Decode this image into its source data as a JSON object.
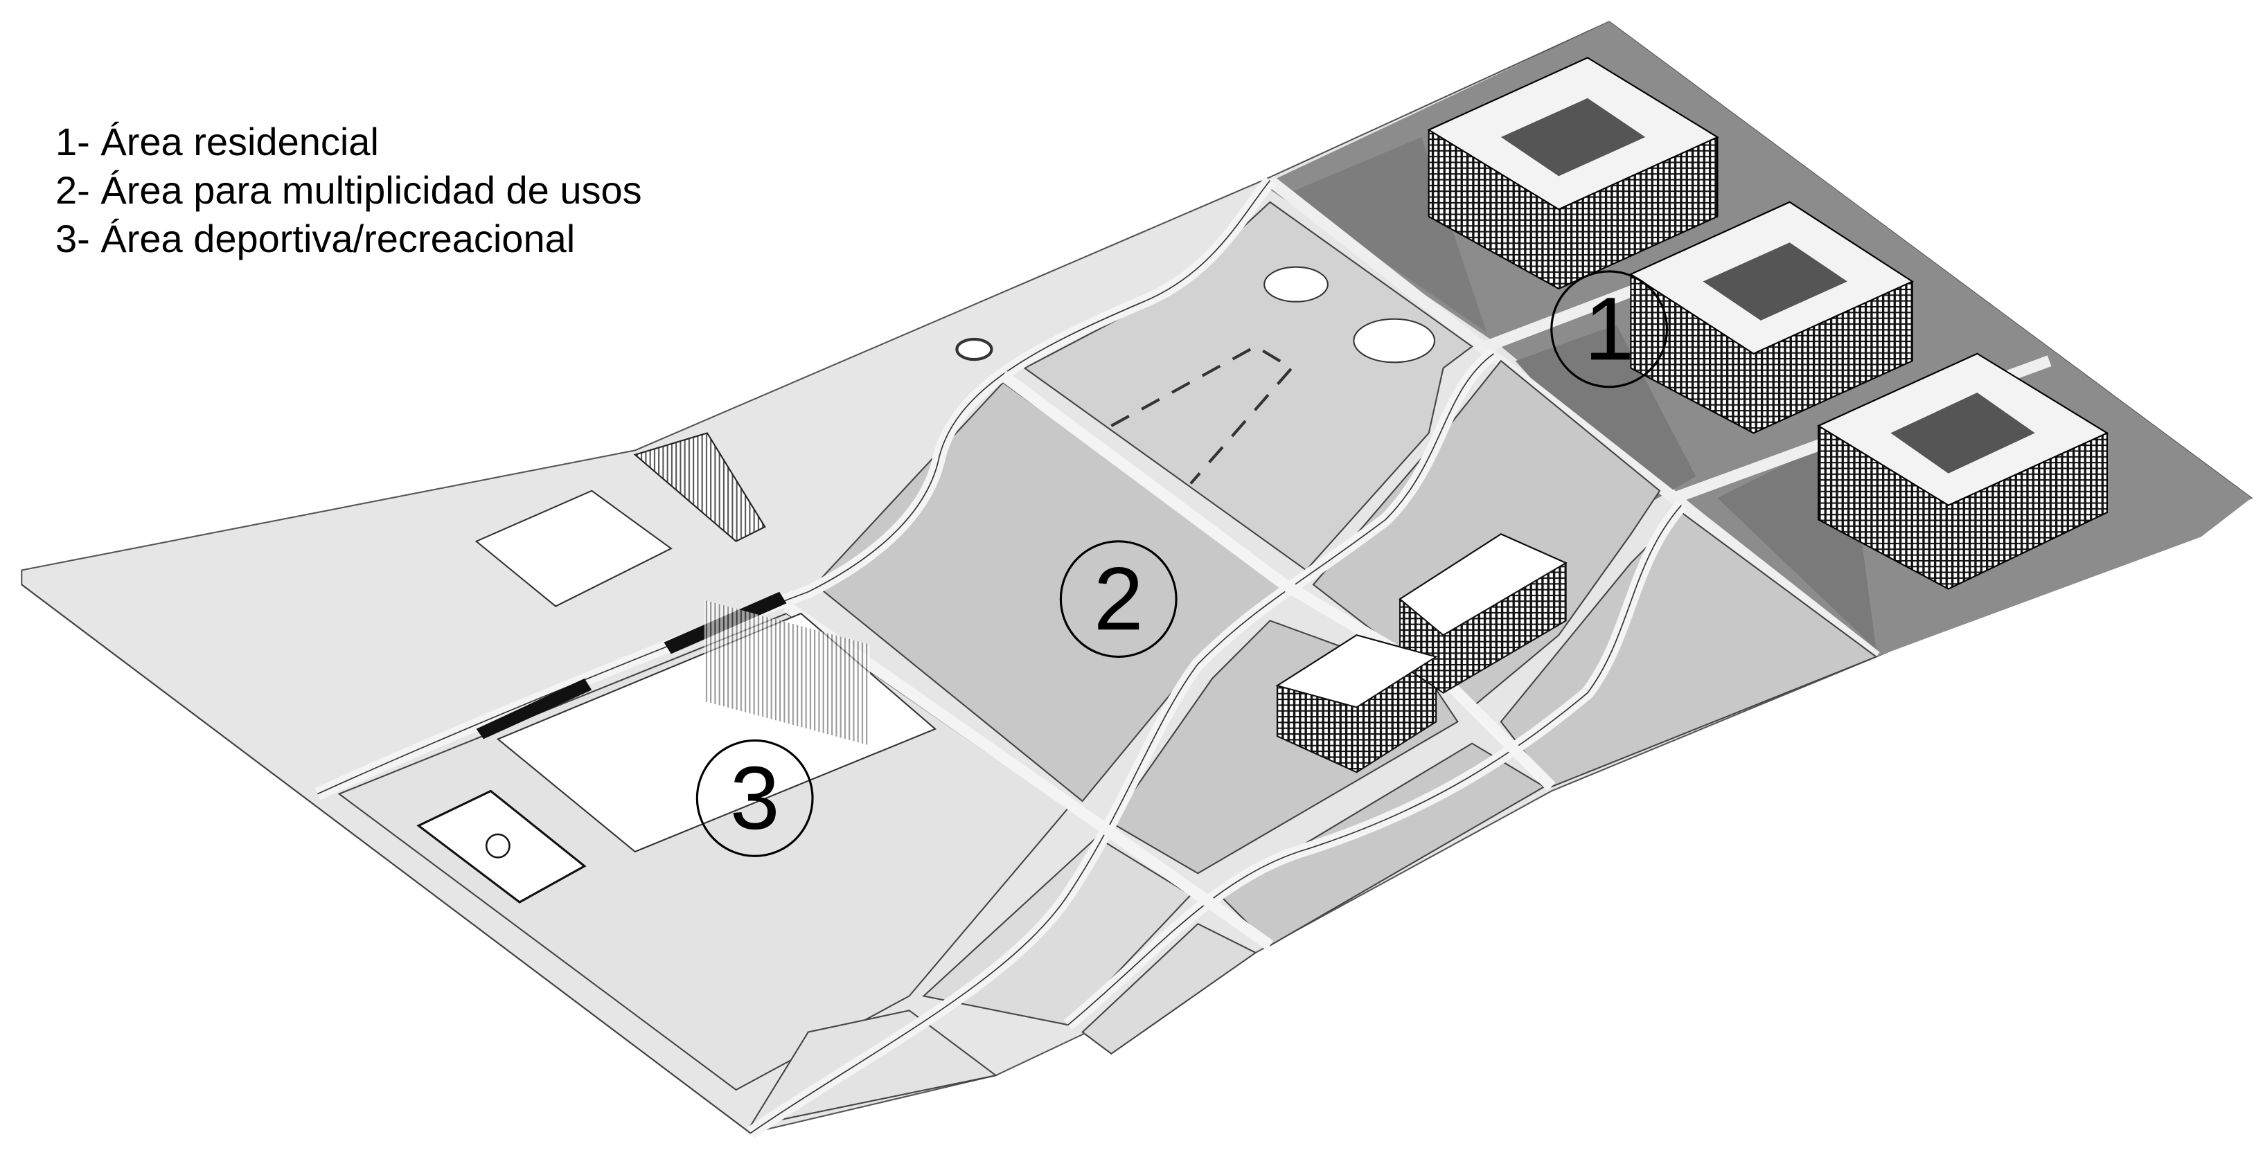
{
  "legend": {
    "items": [
      {
        "label": "1- Área residencial"
      },
      {
        "label": "2- Área para multiplicidad de usos"
      },
      {
        "label": "3- Área deportiva/recreacional"
      }
    ]
  },
  "markers": [
    {
      "number": "1",
      "zone": "residencial"
    },
    {
      "number": "2",
      "zone": "multiplicidad de usos"
    },
    {
      "number": "3",
      "zone": "deportiva/recreacional"
    }
  ],
  "colors": {
    "site_light": "#e6e6e6",
    "zone_mid": "#c8c8c8",
    "residential_dark": "#8c8c8c",
    "roads": "#f2f2f2",
    "field": "#ffffff",
    "lines": "#000000"
  }
}
